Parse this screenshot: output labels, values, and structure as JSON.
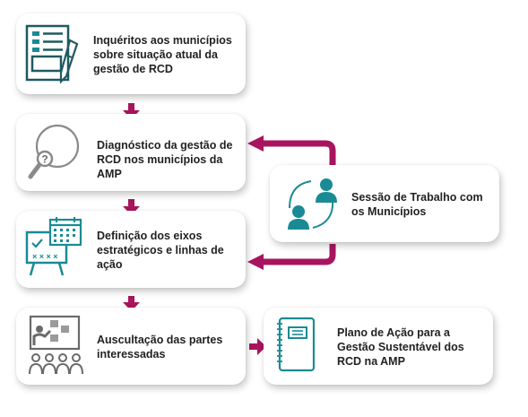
{
  "steps": [
    {
      "text": "Inquéritos aos municípios sobre situação atual da gestão de RCD",
      "icon": "survey-form-icon"
    },
    {
      "text": "Diagnóstico da gestão de RCD nos municípios da AMP",
      "icon": "magnifier-question-icon"
    },
    {
      "text": "Definição dos eixos estratégicos e linhas de ação",
      "icon": "planning-board-icon"
    },
    {
      "text": "Auscultação das partes interessadas",
      "icon": "stakeholder-meeting-icon"
    }
  ],
  "session": {
    "text": "Sessão de Trabalho com os Municípios",
    "icon": "people-exchange-icon"
  },
  "result": {
    "text": "Plano de Ação para a Gestão Sustentável dos RCD na AMP",
    "icon": "notebook-icon"
  },
  "colors": {
    "accent": "#a8155e",
    "teal": "#1a8b94",
    "dark": "#1f5a62",
    "gray": "#8a8a8a"
  }
}
